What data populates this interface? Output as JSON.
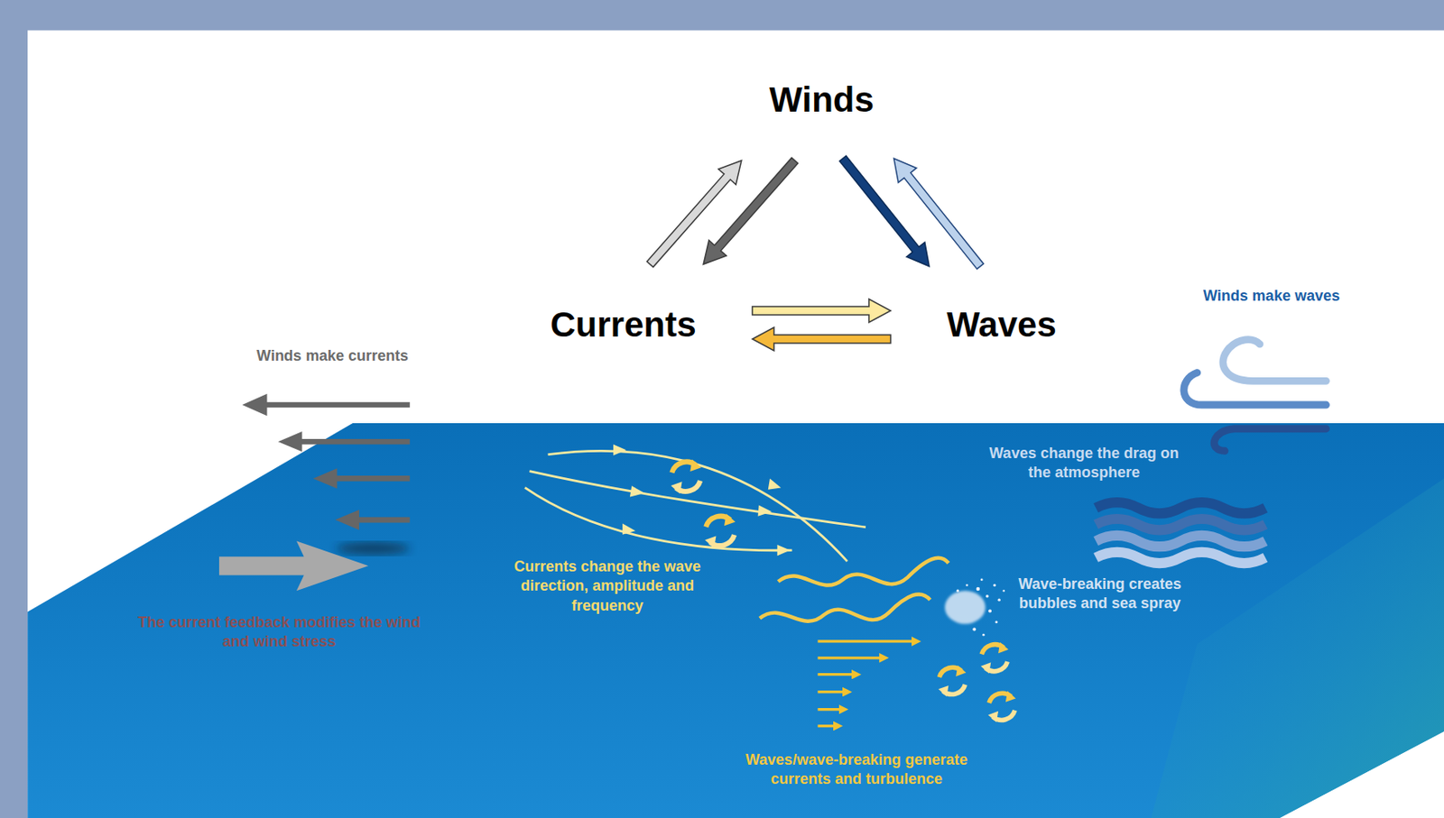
{
  "diagram": {
    "nodes": [
      {
        "text": [
          "Winds"
        ]
      },
      {
        "text": [
          "Currents"
        ]
      },
      {
        "text": [
          "Waves"
        ]
      }
    ],
    "edges": [
      {
        "from": 1,
        "to": 0,
        "arrow": "to"
      },
      {
        "from": 0,
        "to": 1,
        "arrow": "to"
      },
      {
        "from": 0,
        "to": 2,
        "arrow": "to"
      },
      {
        "from": 2,
        "to": 0,
        "arrow": "to"
      },
      {
        "from": 1,
        "to": 2,
        "arrow": "to"
      },
      {
        "from": 2,
        "to": 1,
        "arrow": "to"
      }
    ],
    "labels": [
      "Winds make waves",
      "Winds make currents",
      "Waves change the drag on the atmosphere",
      "Currents change the wave direction, amplitude and frequency",
      "Wave-breaking creates bubbles and sea spray",
      "The current feedback modifies the wind and wind stress",
      "Waves/wave-breaking generate currents and turbulence"
    ]
  }
}
